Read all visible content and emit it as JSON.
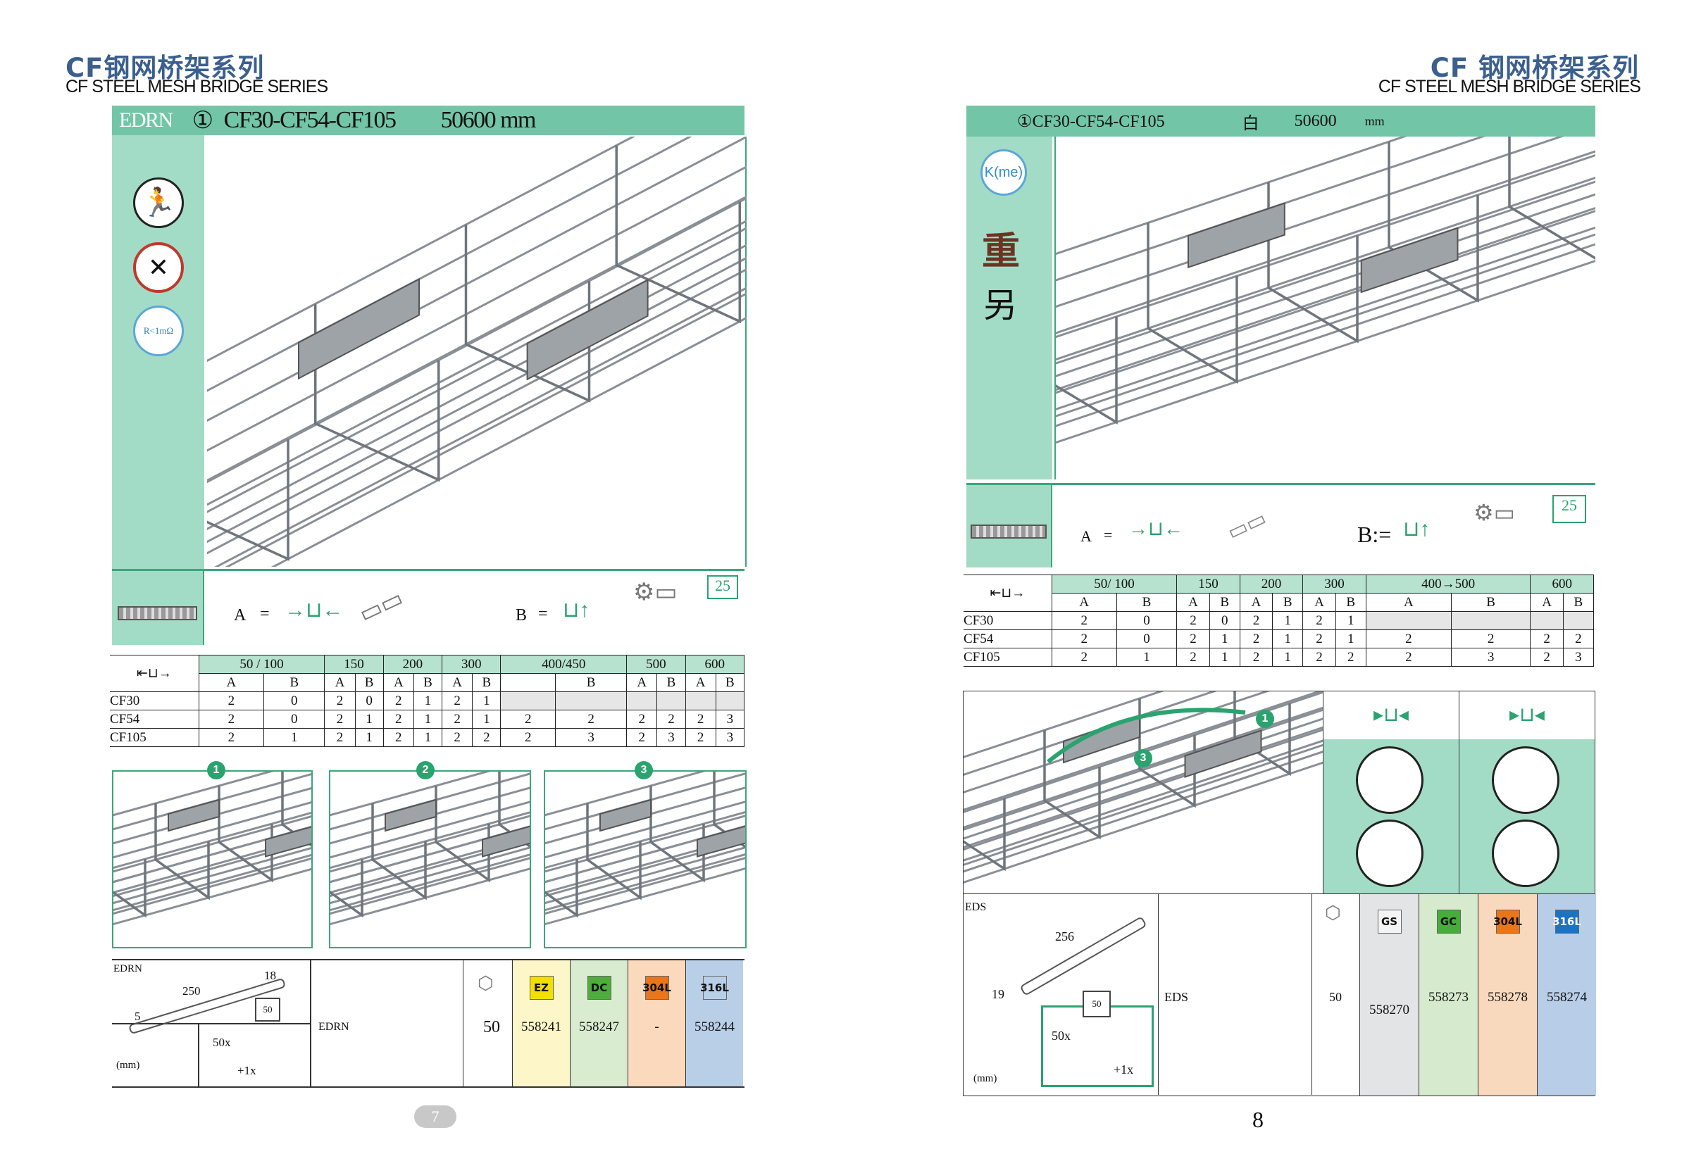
{
  "left": {
    "title_cn": "CF钢网桥架系列",
    "title_en": "CF STEEL MESH BRIDGE SERIES",
    "header": {
      "code": "EDRN",
      "num": "①",
      "models": "CF30-CF54-CF105",
      "length": "50600 mm"
    },
    "sidebar": {
      "icons": [
        "no-running-icon",
        "no-screw-icon",
        "resistance-icon"
      ],
      "resistance": "R<1mΩ"
    },
    "ab_row": {
      "a": "A",
      "eq": "=",
      "b": "B",
      "eq2": "=",
      "badge": "25"
    },
    "table": {
      "groups": [
        "50 / 100",
        "150",
        "200",
        "300",
        "400/450",
        "500",
        "600"
      ],
      "sub": [
        "A",
        "B",
        "A",
        "B",
        "A",
        "B",
        "A",
        "B",
        "",
        "B",
        "A",
        "B",
        "A",
        "B"
      ],
      "rows": [
        {
          "label": "CF30",
          "values": [
            "2",
            "0",
            "2",
            "0",
            "2",
            "1",
            "2",
            "1",
            "",
            "",
            "",
            "",
            "",
            ""
          ]
        },
        {
          "label": "CF54",
          "values": [
            "2",
            "0",
            "2",
            "1",
            "2",
            "1",
            "2",
            "1",
            "2",
            "2",
            "2",
            "2",
            "2",
            "3"
          ]
        },
        {
          "label": "CF105",
          "values": [
            "2",
            "1",
            "2",
            "1",
            "2",
            "1",
            "2",
            "2",
            "2",
            "3",
            "2",
            "3",
            "2",
            "3"
          ]
        }
      ]
    },
    "steps": [
      "1",
      "2",
      "3"
    ],
    "bottom": {
      "code": "EDRN",
      "dim_len": "250",
      "dim_h": "18",
      "dim_w": "5",
      "unit": "(mm)",
      "qty_x": "50x",
      "plus": "+1x",
      "box": "50",
      "desc": "EDRN",
      "qty": "50",
      "finishes": [
        {
          "badge": "EZ",
          "code": "558241",
          "bg": "#fdf6c9",
          "color": "#f3e000"
        },
        {
          "badge": "DC",
          "code": "558247",
          "bg": "#d9ecd0",
          "color": "#4eae3c"
        },
        {
          "badge": "304L",
          "code": "-",
          "bg": "#fbd9bc",
          "color": "#e8761d"
        },
        {
          "badge": "316L",
          "code": "558244",
          "bg": "#b9cfe8",
          "color": "#b9cfe8"
        }
      ]
    },
    "page": "7"
  },
  "right": {
    "title_cn": "CF 钢网桥架系列",
    "title_en": "CF STEEL MESH BRIDGE SERIES",
    "header": {
      "models": "①CF30-CF54-CF105",
      "color": "白",
      "length": "50600",
      "unit": "mm"
    },
    "sidebar": {
      "k": "K(me)",
      "c1": "重",
      "c2": "另"
    },
    "ab_row": {
      "a": "A",
      "eq": "=",
      "b": "B:=",
      "badge": "25"
    },
    "table": {
      "groups": [
        "50/ 100",
        "150",
        "200",
        "300",
        "400→500",
        "600"
      ],
      "sub": [
        "A",
        "B",
        "A",
        "B",
        "A",
        "B",
        "A",
        "B",
        "A",
        "B",
        "A",
        "B"
      ],
      "rows": [
        {
          "label": "CF30",
          "values": [
            "2",
            "0",
            "2",
            "0",
            "2",
            "1",
            "2",
            "1",
            "",
            "",
            "",
            ""
          ]
        },
        {
          "label": "CF54",
          "values": [
            "2",
            "0",
            "2",
            "1",
            "2",
            "1",
            "2",
            "1",
            "2",
            "2",
            "2",
            "2"
          ]
        },
        {
          "label": "CF105",
          "values": [
            "2",
            "1",
            "2",
            "1",
            "2",
            "1",
            "2",
            "2",
            "2",
            "3",
            "2",
            "3"
          ]
        }
      ]
    },
    "install_steps": [
      "1",
      "3"
    ],
    "bottom": {
      "code": "EDS",
      "dim_len": "256",
      "dim_h": "19",
      "qty_x": "50x",
      "plus": "+1x",
      "unit": "(mm)",
      "box": "50",
      "desc": "EDS",
      "qty": "50",
      "finishes": [
        {
          "badge": "GS",
          "code": "558270",
          "bg": "#e3e4e6",
          "color": "#f4f4f4"
        },
        {
          "badge": "GC",
          "code": "558273",
          "bg": "#d6ebcd",
          "color": "#46ad3a"
        },
        {
          "badge": "304L",
          "code": "558278",
          "bg": "#f9d9bd",
          "color": "#e8761d"
        },
        {
          "badge": "316L",
          "code": "558274",
          "bg": "#b8cde8",
          "color": "#1c73c0"
        }
      ]
    },
    "page": "8"
  }
}
